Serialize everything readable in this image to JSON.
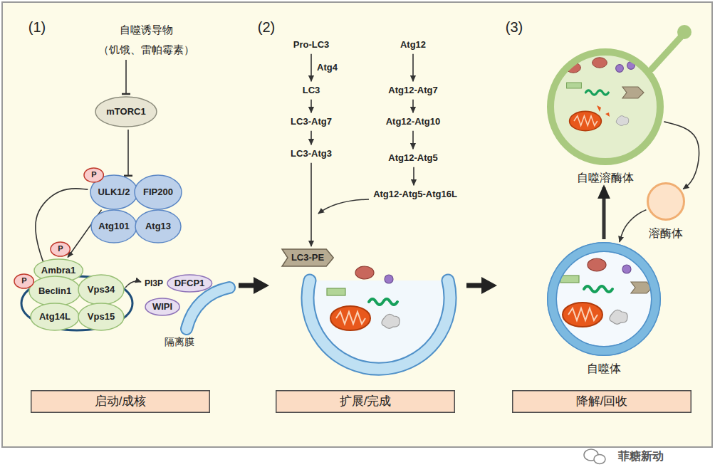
{
  "diagram": {
    "nodes": [
      {
        "text": [
          "自噬诱导物",
          "（饥饿、雷帕霉素）"
        ]
      },
      {
        "text": [
          "mTORC1"
        ]
      },
      {
        "text": [
          "ULK1/2"
        ]
      },
      {
        "text": [
          "FIP200"
        ]
      },
      {
        "text": [
          "Atg101"
        ]
      },
      {
        "text": [
          "Atg13"
        ]
      },
      {
        "text": [
          "P"
        ]
      },
      {
        "text": [
          "Ambra1"
        ]
      },
      {
        "text": [
          "P"
        ]
      },
      {
        "text": [
          "Beclin1"
        ]
      },
      {
        "text": [
          "P"
        ]
      },
      {
        "text": [
          "Vps34"
        ]
      },
      {
        "text": [
          "Atg14L"
        ]
      },
      {
        "text": [
          "Vps15"
        ]
      },
      {
        "text": [
          "DFCP1"
        ]
      },
      {
        "text": [
          "WIPI"
        ]
      },
      {
        "text": [
          "启动/成核"
        ]
      },
      {
        "text": [
          "Pro-LC3"
        ]
      },
      {
        "text": [
          "LC3"
        ]
      },
      {
        "text": [
          "LC3-Atg7"
        ]
      },
      {
        "text": [
          "LC3-Atg3"
        ]
      },
      {
        "text": [
          "Atg12"
        ]
      },
      {
        "text": [
          "Atg12-Atg7"
        ]
      },
      {
        "text": [
          "Atg12-Atg10"
        ]
      },
      {
        "text": [
          "Atg12-Atg5"
        ]
      },
      {
        "text": [
          "Atg12-Atg5-Atg16L"
        ]
      },
      {
        "text": [
          "LC3-PE"
        ]
      },
      {
        "text": [
          "扩展/完成"
        ]
      },
      {
        "text": [
          "自噬溶酶体"
        ]
      },
      {
        "text": [
          "溶酶体"
        ]
      },
      {
        "text": [
          "自噬体"
        ]
      },
      {
        "text": [
          "降解/回收"
        ]
      }
    ],
    "edges": [
      {
        "from": 0,
        "to": 1,
        "arrow": "to"
      },
      {
        "from": 1,
        "to": 2,
        "arrow": "to"
      },
      {
        "from": 2,
        "to": 7,
        "arrow": "to"
      },
      {
        "from": 2,
        "to": 9,
        "arrow": "to"
      },
      {
        "from": 17,
        "to": 18,
        "label": "Atg4",
        "arrow": "to"
      },
      {
        "from": 18,
        "to": 19,
        "arrow": "to"
      },
      {
        "from": 19,
        "to": 20,
        "arrow": "to"
      },
      {
        "from": 20,
        "to": 26,
        "arrow": "to"
      },
      {
        "from": 21,
        "to": 22,
        "arrow": "to"
      },
      {
        "from": 22,
        "to": 23,
        "arrow": "to"
      },
      {
        "from": 23,
        "to": 24,
        "arrow": "to"
      },
      {
        "from": 24,
        "to": 25,
        "arrow": "to"
      },
      {
        "from": 30,
        "to": 28,
        "arrow": "to"
      },
      {
        "from": 29,
        "to": 30,
        "arrow": "to"
      },
      {
        "from": 28,
        "to": 29,
        "arrow": "to"
      }
    ],
    "labels": [
      "(1)",
      "PI3P",
      "隔离膜",
      "(2)",
      "(3)",
      "菲糖新动"
    ]
  }
}
